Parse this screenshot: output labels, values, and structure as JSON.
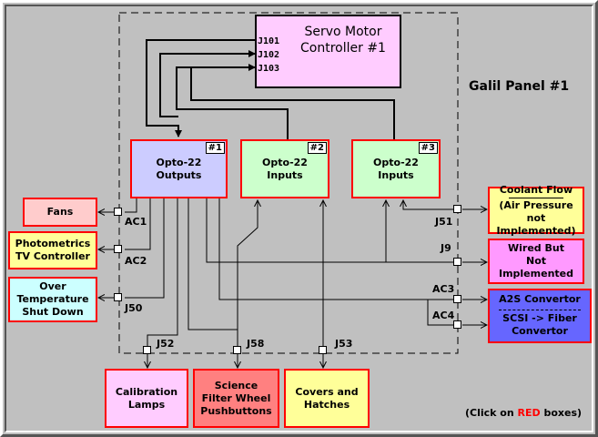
{
  "panel_title": "Galil Panel #1",
  "servo": {
    "line1": "Servo Motor",
    "line2": "Controller #1",
    "ports": [
      "J101",
      "J102",
      "J103"
    ]
  },
  "opto": [
    {
      "badge": "#1",
      "line1": "Opto-22",
      "line2": "Outputs"
    },
    {
      "badge": "#2",
      "line1": "Opto-22",
      "line2": "Inputs"
    },
    {
      "badge": "#3",
      "line1": "Opto-22",
      "line2": "Inputs"
    }
  ],
  "left_boxes": {
    "fans": "Fans",
    "photometrics": {
      "line1": "Photometrics",
      "line2": "TV Controller"
    },
    "overtemp": {
      "line1": "Over",
      "line2": "Temperature",
      "line3": "Shut Down"
    }
  },
  "right_boxes": {
    "coolant": {
      "line1": "Coolant Flow",
      "line2": "(Air Pressure",
      "line3": "not Implemented)"
    },
    "wired": {
      "line1": "Wired But",
      "line2": "Not",
      "line3": "Implemented"
    },
    "a2s": "A2S Convertor",
    "scsi": {
      "line1": "SCSI -> Fiber",
      "line2": "Convertor"
    }
  },
  "bottom_boxes": {
    "calibration": {
      "line1": "Calibration",
      "line2": "Lamps"
    },
    "science": {
      "line1": "Science",
      "line2": "Filter Wheel",
      "line3": "Pushbuttons"
    },
    "covers": {
      "line1": "Covers and",
      "line2": "Hatches"
    }
  },
  "connectors": {
    "ac1": "AC1",
    "ac2": "AC2",
    "j50": "J50",
    "j51": "J51",
    "j9": "J9",
    "ac3": "AC3",
    "ac4": "AC4",
    "j52": "J52",
    "j58": "J58",
    "j53": "J53"
  },
  "footer": {
    "prefix": "(Click on ",
    "highlight": "RED",
    "suffix": " boxes)"
  },
  "colors": {
    "background": "#c0c0c0",
    "red_border": "#ff0000",
    "servo_fill": "#ffccff",
    "opto_outputs_fill": "#ccccff",
    "opto_inputs_fill": "#ccffcc",
    "fans_fill": "#ffcccc",
    "yellow_fill": "#ffff99",
    "cyan_fill": "#ccffff",
    "magenta_fill": "#ff99ff",
    "blue_fill": "#6666ff",
    "pink_fill": "#ffccff",
    "salmon_fill": "#ff8080"
  }
}
